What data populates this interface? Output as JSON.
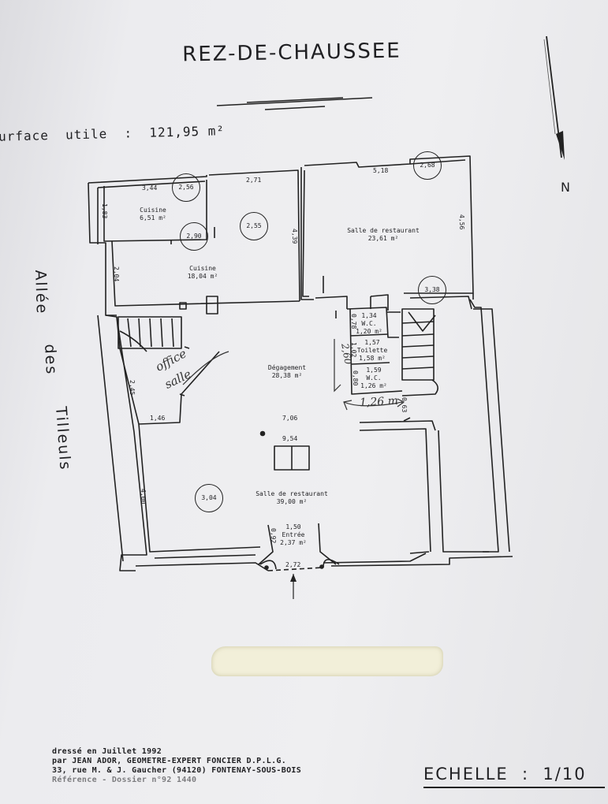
{
  "title": "REZ-DE-CHAUSSEE",
  "surface": "urface  utile  :  121,95 m²",
  "north_label": "N",
  "street": {
    "line1": "Allée",
    "line2": "des",
    "line3": "Tilleuls"
  },
  "rooms": {
    "cuisine_small": {
      "name": "Cuisine",
      "area": "6,51 m²"
    },
    "cuisine_main": {
      "name": "Cuisine",
      "area": "18,04 m²"
    },
    "salle_top": {
      "name": "Salle de restaurant",
      "area": "23,61 m²"
    },
    "degagement": {
      "name": "Dégagement",
      "area": "28,38 m²"
    },
    "wc1": {
      "dim": "1,34",
      "name": "W.C.",
      "area": "1,20 m²"
    },
    "toilette": {
      "dim": "1,57",
      "name": "Toilette",
      "area": "1,58 m²"
    },
    "wc2": {
      "dim": "1,59",
      "name": "W.C.",
      "area": "1,26 m²"
    },
    "salle_bottom": {
      "name": "Salle de restaurant",
      "area": "39,00 m²"
    },
    "entree": {
      "dim": "1,50",
      "name": "Entrée",
      "area": "2,37 m²"
    }
  },
  "heights": {
    "h256": "2,56",
    "h290": "2,90",
    "h255": "2,55",
    "h268": "2,68",
    "h338": "3,38",
    "h304": "3,04"
  },
  "dimensions": {
    "d344": "3,44",
    "d271": "2,71",
    "d518": "5,18",
    "d183": "1,83",
    "d204": "2,04",
    "d439": "4,39",
    "d456": "4,56",
    "d245": "2,45",
    "d146": "1,46",
    "d706": "7,06",
    "d954": "9,54",
    "d400": "4,00",
    "d272": "2,72",
    "d078": "0,78",
    "d102": "1,02",
    "d080": "0,80",
    "d092": "0,92",
    "d063": "0,63"
  },
  "handwritten": {
    "office_1": "office",
    "office_2": "salle",
    "height_side": "2,60",
    "width_126": "1,26 m"
  },
  "footer": {
    "line1": "dressé en Juillet 1992",
    "line2": "par JEAN ADOR, GEOMETRE-EXPERT FONCIER D.P.L.G.",
    "line3": "33, rue M. & J. Gaucher (94120) FONTENAY-SOUS-BOIS",
    "line4": "Référence - Dossier n°92 1440"
  },
  "scale": "ECHELLE  :  1/10"
}
